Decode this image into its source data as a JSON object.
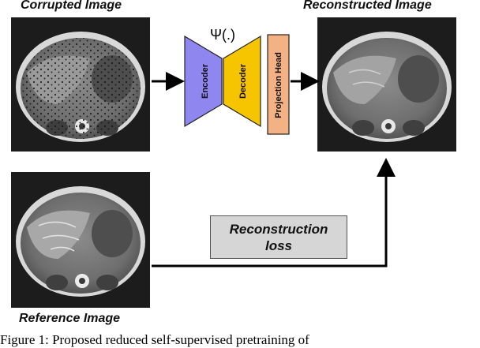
{
  "titles": {
    "corrupted": "Corrupted Image",
    "reconstructed": "Reconstructed Image",
    "reference": "Reference Image"
  },
  "network": {
    "psi_label": "Ψ(.)",
    "encoder_label": "Encoder",
    "decoder_label": "Decoder",
    "projection_label": "Projection Head"
  },
  "loss": {
    "line1": "Reconstruction",
    "line2": "loss"
  },
  "caption": "Figure 1: Proposed reduced self-supervised pretraining of ",
  "colors": {
    "encoder": "#8f86f0",
    "decoder": "#f7c400",
    "projection": "#f4b183",
    "loss_box": "#d6d6d6"
  }
}
